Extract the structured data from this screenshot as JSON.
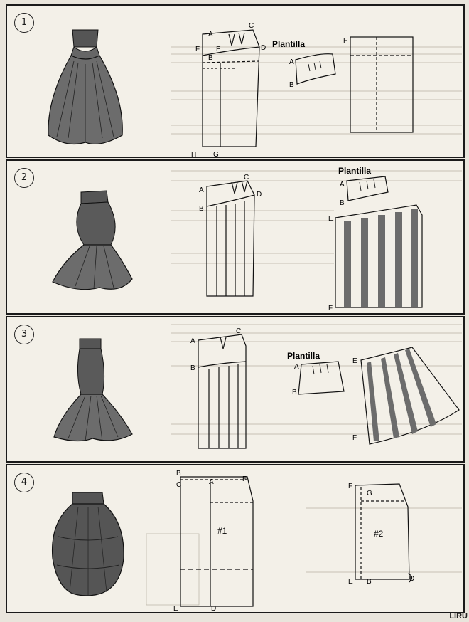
{
  "panels": [
    {
      "number": "1",
      "plantilla": "Plantilla",
      "labels": {
        "A": "A",
        "B": "B",
        "C": "C",
        "D": "D",
        "E": "E",
        "F": "F",
        "G": "G",
        "H": "H"
      }
    },
    {
      "number": "2",
      "plantilla": "Plantilla",
      "labels": {
        "A": "A",
        "B": "B",
        "C": "C",
        "D": "D",
        "E": "E",
        "F": "F"
      }
    },
    {
      "number": "3",
      "plantilla": "Plantilla",
      "labels": {
        "A": "A",
        "B": "B",
        "C": "C",
        "E": "E",
        "F": "F"
      }
    },
    {
      "number": "4",
      "plantilla": "",
      "labels": {
        "A": "A",
        "B": "B",
        "C": "C",
        "D": "D",
        "E": "E",
        "F": "F",
        "G": "G",
        "piece1": "#1",
        "piece2": "#2"
      }
    }
  ],
  "watermark": "LIRU"
}
